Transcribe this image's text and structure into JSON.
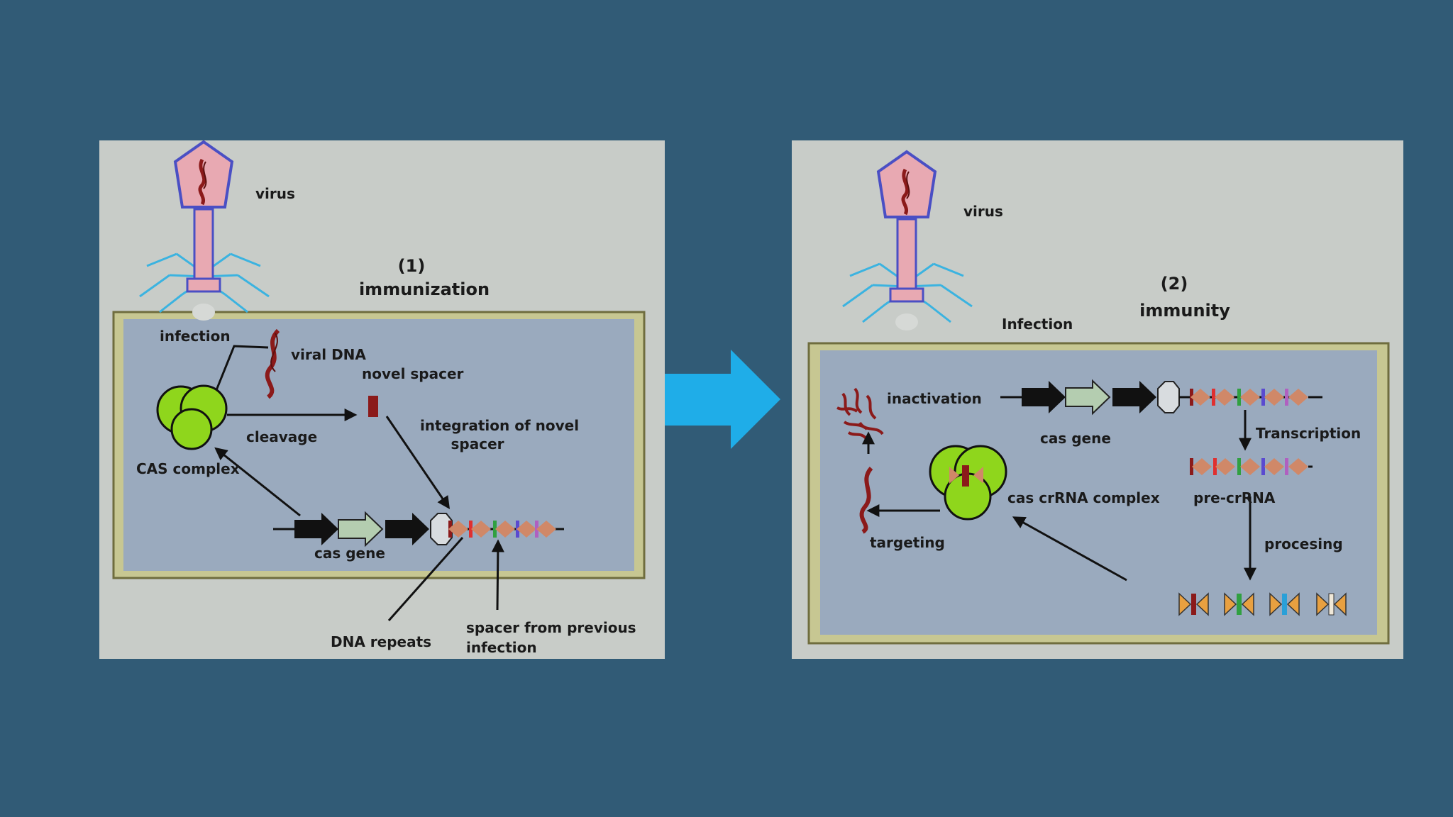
{
  "colors": {
    "background": "#315b76",
    "panel": "#c8ccc8",
    "cell_fill": "#9aaabe",
    "cell_wall": "#c7c792",
    "transition_arrow": "#1fade8",
    "cas_complex": "#8fd61c",
    "viral_dna": "#8b1a1a",
    "phage_head": "#e8a9b2",
    "phage_outline": "#4a4fc4",
    "phage_legs": "#3bb3e0"
  },
  "icons": {
    "transition": "right-arrow-icon",
    "phage": "bacteriophage-icon",
    "cas": "cas-complex-icon"
  },
  "panel1": {
    "number": "(1)",
    "title": "immunization",
    "virus": "virus",
    "infection": "infection",
    "viral_dna": "viral DNA",
    "novel_spacer": "novel spacer",
    "cleavage": "cleavage",
    "integration_line1": "integration of novel",
    "integration_line2": "spacer",
    "cas_complex": "CAS complex",
    "cas_gene": "cas gene",
    "dna_repeats": "DNA repeats",
    "spacer_prev_line1": "spacer from previous",
    "spacer_prev_line2": "infection"
  },
  "panel2": {
    "number": "(2)",
    "title": "immunity",
    "virus": "virus",
    "infection": "Infection",
    "inactivation": "inactivation",
    "cas_gene": "cas gene",
    "transcription": "Transcription",
    "pre_crrna": "pre-crRNA",
    "cas_crrna_complex": "cas crRNA complex",
    "targeting": "targeting",
    "processing": "procesing"
  }
}
